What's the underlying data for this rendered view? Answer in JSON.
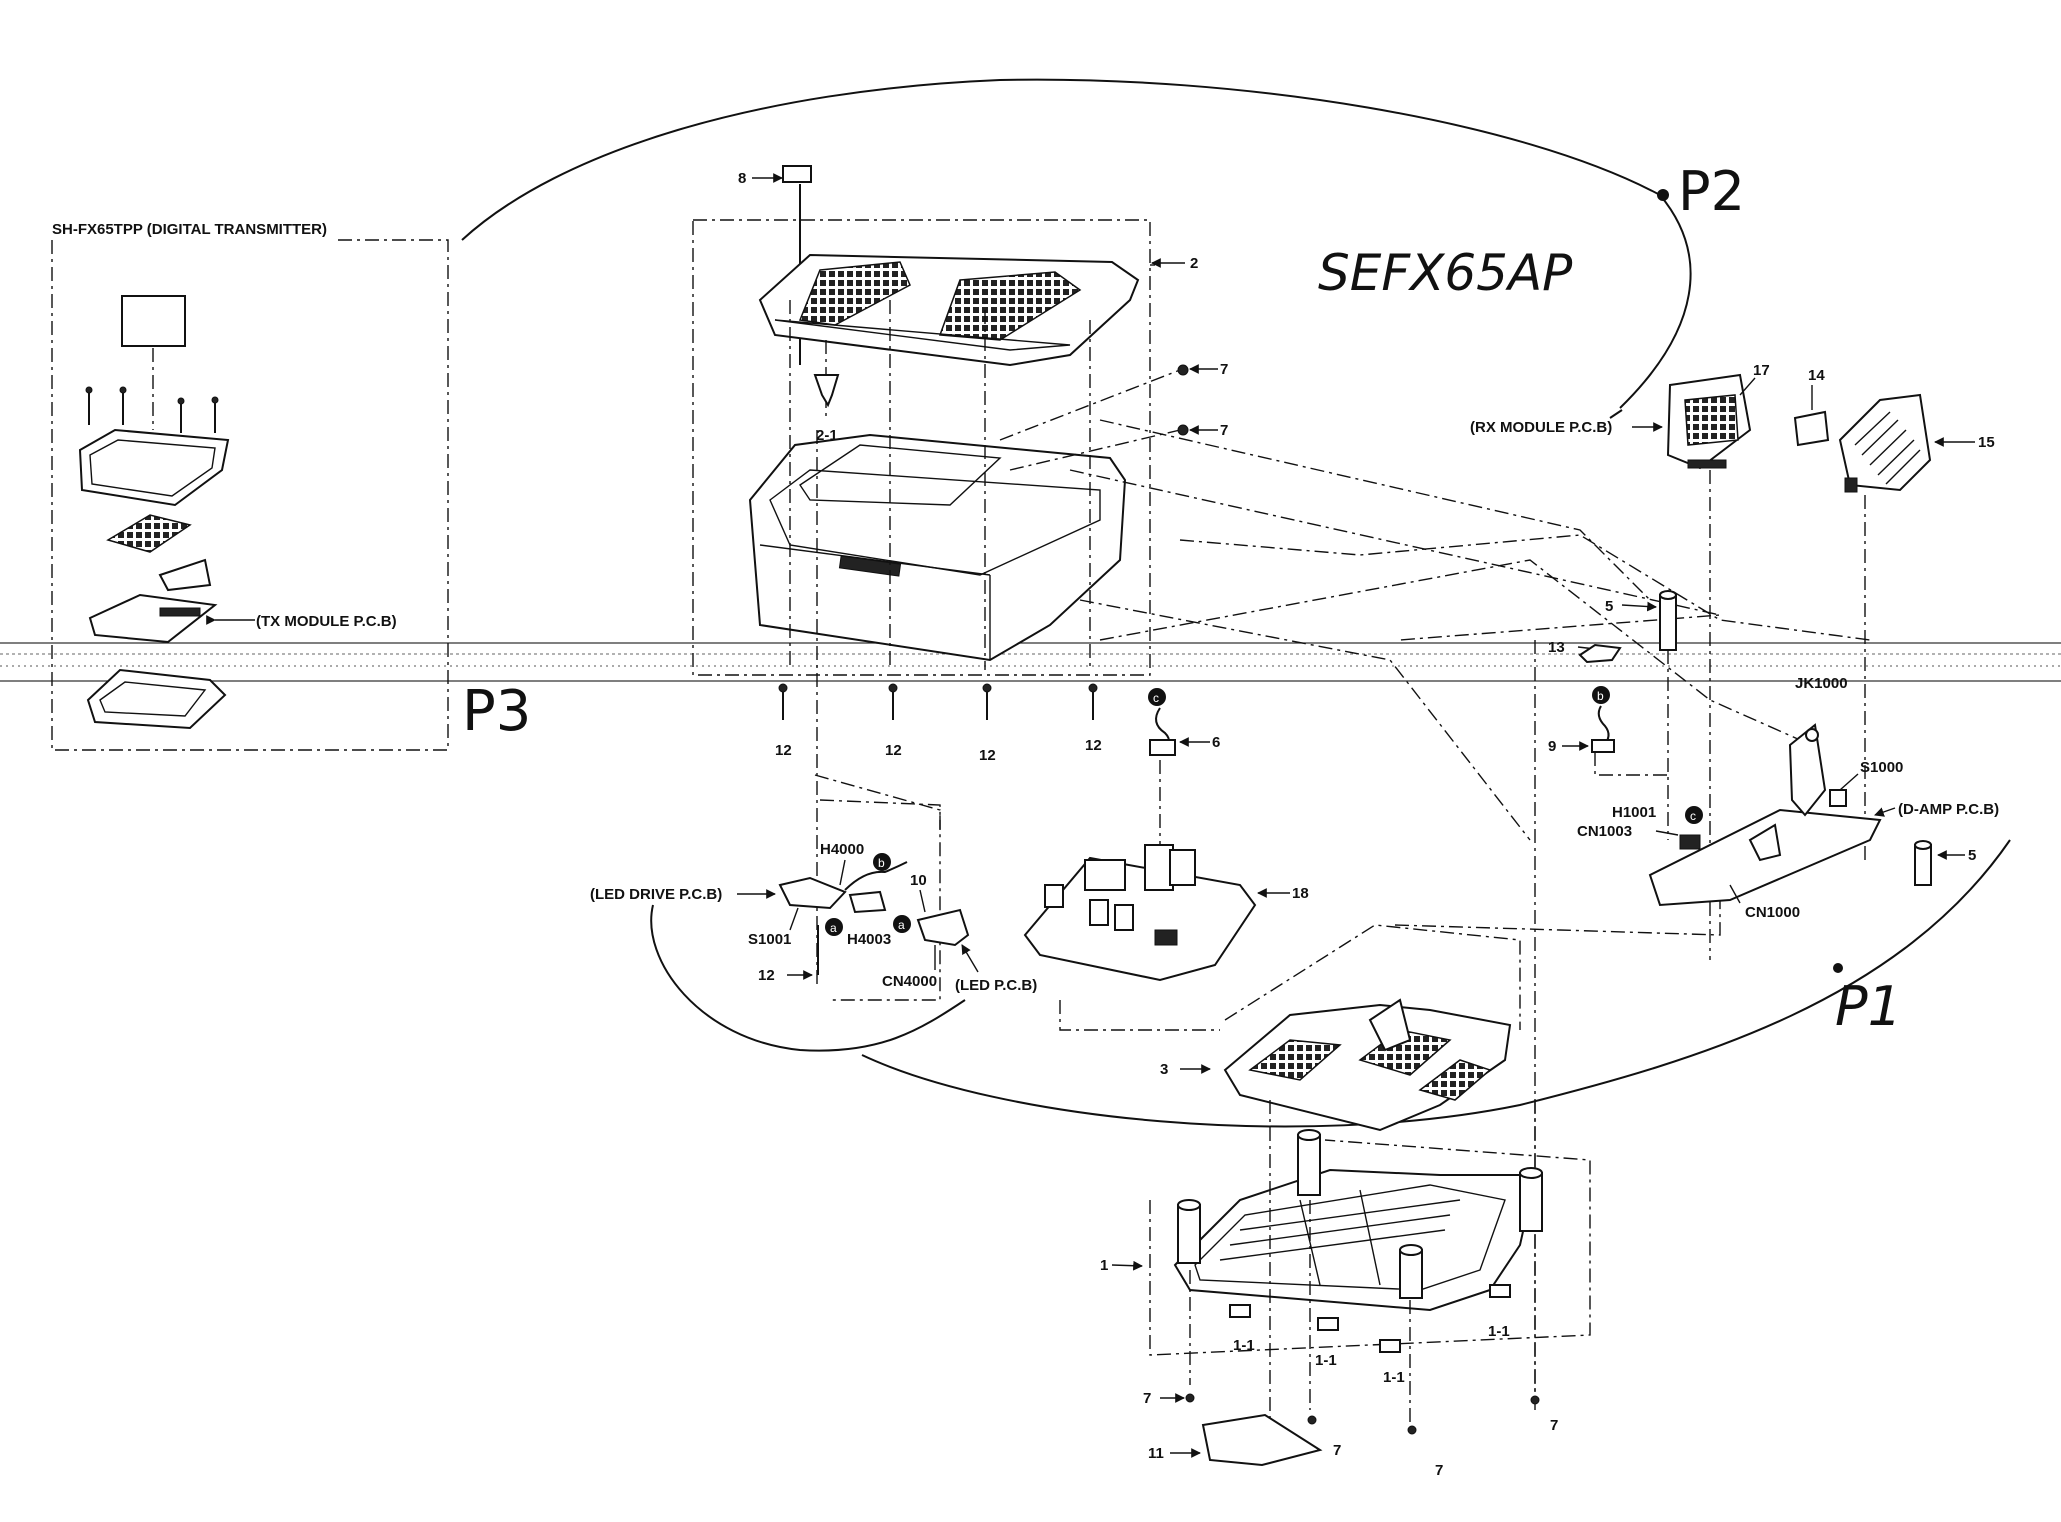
{
  "diagram": {
    "transmitter_title": "SH-FX65TPP (DIGITAL TRANSMITTER)",
    "handwritten": {
      "model": "SEFX65AP",
      "p1": "P1",
      "p2": "P2",
      "p3": "P3"
    },
    "boards": {
      "tx_module": "(TX MODULE P.C.B)",
      "rx_module": "(RX MODULE P.C.B)",
      "led_drive": "(LED DRIVE P.C.B)",
      "led": "(LED P.C.B)",
      "d_amp": "(D-AMP P.C.B)"
    },
    "refs": {
      "H4000": "H4000",
      "H4003": "H4003",
      "S1001": "S1001",
      "CN4000": "CN4000",
      "JK1000": "JK1000",
      "S1000": "S1000",
      "H1001": "H1001",
      "CN1003": "CN1003",
      "CN1000": "CN1000"
    },
    "parts": {
      "p1": "1",
      "p1_1": "1-1",
      "p2": "2",
      "p2_1": "2-1",
      "p3": "3",
      "p5": "5",
      "p6": "6",
      "p7": "7",
      "p8": "8",
      "p9": "9",
      "p10": "10",
      "p11": "11",
      "p12": "12",
      "p13": "13",
      "p14": "14",
      "p15": "15",
      "p17": "17",
      "p18": "18"
    },
    "markers": {
      "a": "a",
      "b": "b",
      "c": "c"
    }
  }
}
